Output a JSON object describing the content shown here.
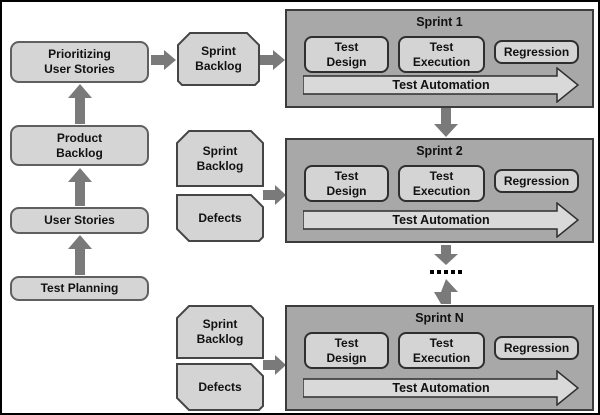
{
  "colors": {
    "background": "#ffffff",
    "outer_border": "#000000",
    "sprint_box_fill": "#a8a8a8",
    "sprint_box_border": "#3c3c3c",
    "node_fill": "#d5d5d5",
    "node_border": "#606060",
    "inner_node_fill": "#d4d4d4",
    "inner_node_border": "#2f2f2f",
    "input_card_fill": "#d4d4d4",
    "input_card_border": "#454545",
    "connector_arrow": "#7a7a7a",
    "automation_arrow_fill": "#d9d9d9",
    "text": "#111111"
  },
  "left_flow": {
    "test_planning": "Test Planning",
    "user_stories": "User Stories",
    "product_backlog": "Product\nBacklog",
    "prioritizing": "Prioritizing\nUser Stories"
  },
  "sprint_inputs": {
    "sprint_backlog": "Sprint\nBacklog",
    "defects": "Defects"
  },
  "sprints": [
    {
      "title": "Sprint 1",
      "boxes": {
        "test_design": "Test\nDesign",
        "test_execution": "Test\nExecution",
        "regression": "Regression"
      },
      "automation": "Test Automation"
    },
    {
      "title": "Sprint 2",
      "boxes": {
        "test_design": "Test\nDesign",
        "test_execution": "Test\nExecution",
        "regression": "Regression"
      },
      "automation": "Test Automation"
    },
    {
      "title": "Sprint N",
      "boxes": {
        "test_design": "Test\nDesign",
        "test_execution": "Test\nExecution",
        "regression": "Regression"
      },
      "automation": "Test Automation"
    }
  ],
  "connectors": {
    "continuation_dots": 5
  }
}
